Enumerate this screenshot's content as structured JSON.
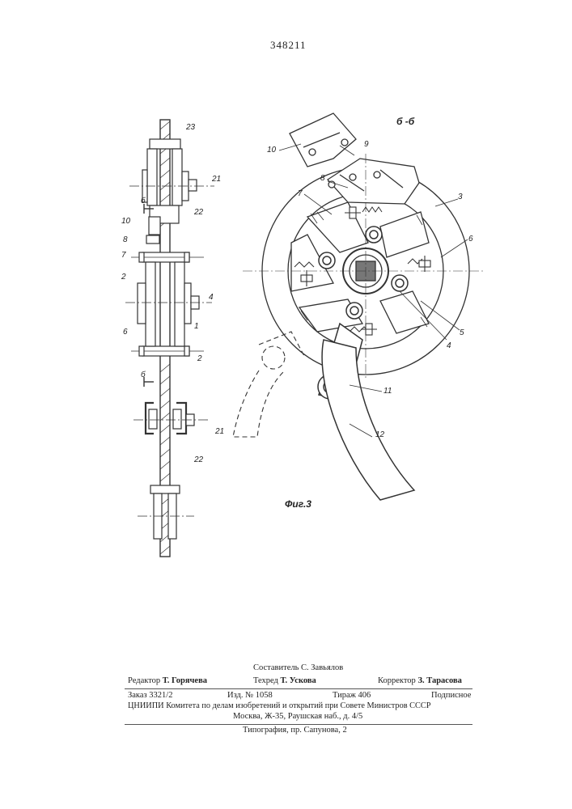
{
  "document": {
    "patent_number": "348211",
    "section_mark": "б -б",
    "figure_caption": "Фиг.3"
  },
  "left_view_labels": {
    "l23": "23",
    "l21a": "21",
    "l22a": "22",
    "lb_top": "б",
    "l10": "10",
    "l8": "8",
    "l7": "7",
    "l2a": "2",
    "l4": "4",
    "l6": "6",
    "l1": "1",
    "l2b": "2",
    "lb_bot": "б",
    "l21b": "21",
    "l22b": "22"
  },
  "right_view_labels": {
    "l10": "10",
    "l9": "9",
    "l8": "8",
    "l7": "7",
    "l3": "3",
    "l6": "6",
    "l5": "5",
    "l4": "4",
    "l11": "11",
    "l12": "12"
  },
  "footer": {
    "composer": "Составитель С. Завьялов",
    "editor_role": "Редактор",
    "editor_name": "Т. Горячева",
    "tech_role": "Техред",
    "tech_name": "Т. Ускова",
    "corrector_role": "Корректор",
    "corrector_name": "З. Тарасова",
    "order": "Заказ 3321/2",
    "edition": "Изд. № 1058",
    "circulation": "Тираж 406",
    "subscription": "Подписное",
    "institute": "ЦНИИПИ Комитета по делам изобретений и открытий при Совете Министров СССР",
    "address": "Москва, Ж-35, Раушская наб., д. 4/5",
    "printing": "Типография, пр. Сапунова, 2"
  }
}
